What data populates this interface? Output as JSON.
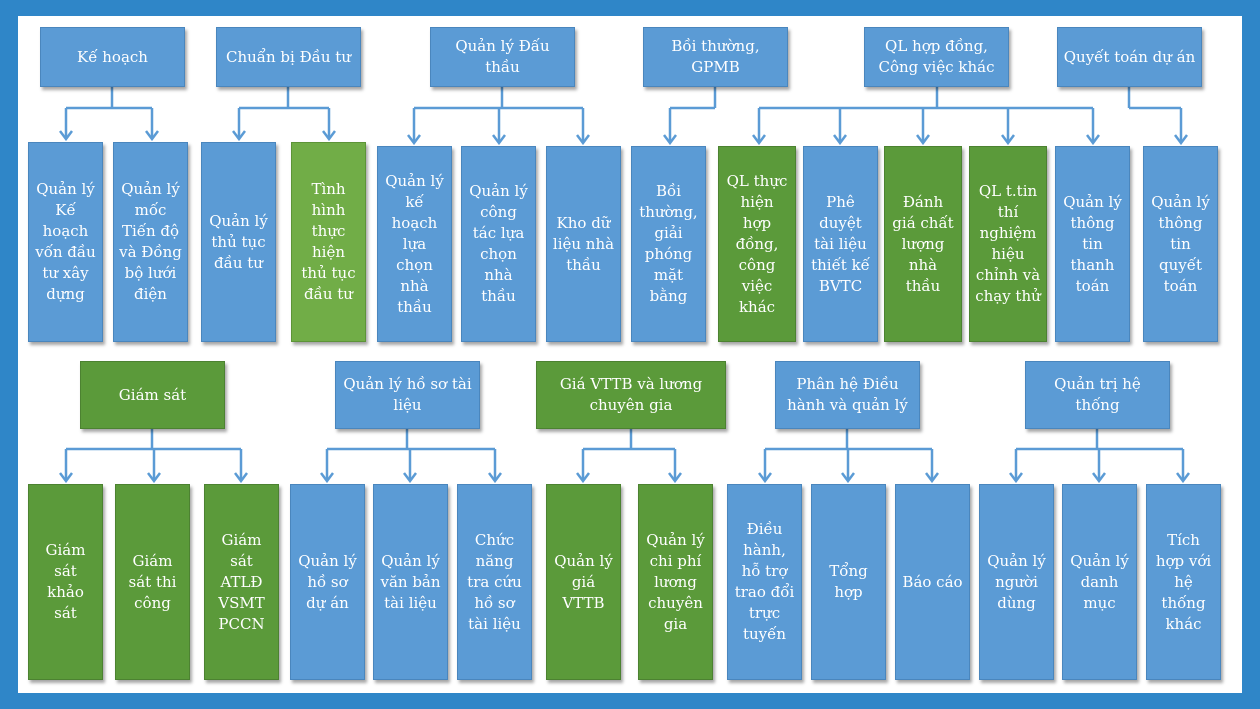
{
  "colors": {
    "border": "#2f86c8",
    "blue_box": "#5b9bd5",
    "green_box": "#5b9a3a",
    "light_green_box": "#71ad47",
    "connector": "#5b9bd5"
  },
  "top_groups": [
    {
      "title": "Kế hoạch",
      "children": [
        "Quản lý Kế hoạch vốn đầu tư xây dựng",
        "Quản lý mốc Tiến độ và Đồng bộ lưới điện"
      ]
    },
    {
      "title": "Chuẩn bị Đầu tư",
      "children": [
        "Quản lý thủ tục đầu tư",
        "Tình hình thực hiện thủ tục đầu tư"
      ]
    },
    {
      "title": "Quản lý Đấu thầu",
      "children": [
        "Quản lý kế hoạch lựa chọn nhà thầu",
        "Quản lý công tác lựa chọn nhà thầu",
        "Kho dữ liệu nhà thầu"
      ]
    },
    {
      "title": "Bồi thường, GPMB",
      "children": [
        "Bồi thường, giải phóng mặt bằng"
      ]
    },
    {
      "title": "QL hợp đồng, Công việc khác",
      "children": [
        "QL thực hiện hợp đồng, công việc khác",
        "Phê duyệt tài liệu thiết kế BVTC",
        "Đánh giá chất lượng nhà thầu",
        "QL t.tin thí nghiệm hiệu chỉnh và chạy thử",
        "Quản lý thông tin thanh toán"
      ]
    },
    {
      "title": "Quyết toán dự án",
      "children": [
        "Quản lý thông tin quyết toán"
      ]
    }
  ],
  "bottom_groups": [
    {
      "title": "Giám sát",
      "children": [
        "Giám sát khảo sát",
        "Giám sát thi công",
        "Giám sát ATLĐ VSMT PCCN"
      ]
    },
    {
      "title": "Quản lý hồ sơ tài liệu",
      "children": [
        "Quản lý hồ sơ dự án",
        "Quản lý văn bản tài liệu",
        "Chức năng tra cứu hồ sơ tài liệu"
      ]
    },
    {
      "title": "Giá VTTB và lương chuyên gia",
      "children": [
        "Quản lý giá VTTB",
        "Quản lý chi phí lương chuyên gia"
      ]
    },
    {
      "title": "Phân hệ Điều hành và quản lý",
      "children": [
        "Điều hành, hỗ trợ trao đổi trực tuyến",
        "Tổng hợp",
        "Báo cáo"
      ]
    },
    {
      "title": "Quản trị hệ thống",
      "children": [
        "Quản lý người dùng",
        "Quản lý danh mục",
        "Tích hợp với hệ thống khác"
      ]
    }
  ]
}
